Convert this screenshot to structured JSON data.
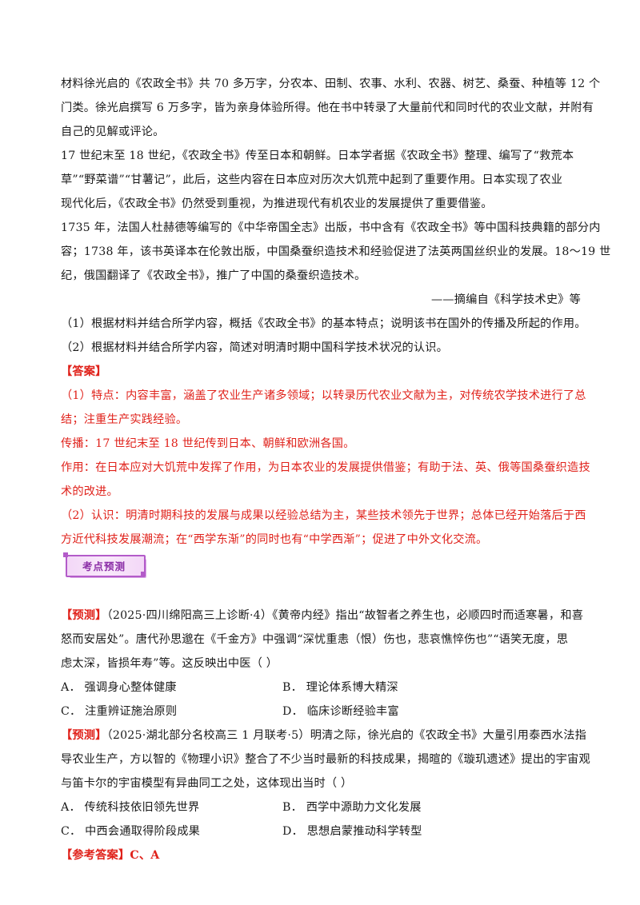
{
  "material": {
    "lines": [
      "材料徐光启的《农政全书》共 70 多万字，分农本、田制、农事、水利、农器、树艺、桑蚕、种植等 12 个",
      "门类。徐光启撰写 6 万多字，皆为亲身体验所得。他在书中转录了大量前代和同时代的农业文献，并附有",
      "自己的见解或评论。",
      "17 世纪末至 18 世纪，《农政全书》传至日本和朝鲜。日本学者据《农政全书》整理、编写了“救荒本",
      "草”“野菜谱”“甘薯记”，此后，这些内容在日本应对历次大饥荒中起到了重要作用。日本实现了农业",
      "现代化后，《农政全书》仍然受到重视，为推进现代有机农业的发展提供了重要借鉴。",
      "1735 年，法国人杜赫德等编写的《中华帝国全志》出版，书中含有《农政全书》等中国科技典籍的部分内",
      "容；1738 年，该书英译本在伦敦出版，中国桑蚕织造技术和经验促进了法英两国丝织业的发展。18～19 世",
      "纪，俄国翻译了《农政全书》，推广了中国的桑蚕织造技术。"
    ],
    "source": "——摘编自《科学技术史》等"
  },
  "questions": [
    "（1）根据材料并结合所学内容，概括《农政全书》的基本特点；说明该书在国外的传播及所起的作用。",
    "（2）根据材料并结合所学内容，简述对明清时期中国科学技术状况的认识。"
  ],
  "answer": {
    "label": "【答案】",
    "lines": [
      "（1）特点：内容丰富，涵盖了农业生产诸多领域；以转录历代农业文献为主，对传统农学技术进行了总",
      "结；注重生产实践经验。",
      "传播：17 世纪末至 18 世纪传到日本、朝鲜和欧洲各国。",
      "作用：在日本应对大饥荒中发挥了作用，为日本农业的发展提供借鉴；有助于法、英、俄等国桑蚕织造技",
      "术的改进。",
      "（2）认识：明清时期科技的发展与成果以经验总结为主，某些技术领先于世界；总体已经开始落后于西",
      "方近代科技发展潮流；在“西学东渐”的同时也有“中学西渐”；促进了中外文化交流。"
    ]
  },
  "badge": {
    "label": "考点预测"
  },
  "prediction1": {
    "tag": "【预测】",
    "lines": [
      "（2025·四川绵阳高三上诊断·4）《黄帝内经》指出“故智者之养生也，必顺四时而适寒暑，和喜",
      "怒而安居处”。唐代孙思邈在《千金方》中强调“深忧重恚（恨）伤也，悲哀憔悴伤也”“语笑无度，思",
      "虑太深，皆损年寿”等。这反映出中医（      ）"
    ],
    "options": {
      "A": "A． 强调身心整体健康",
      "B": "B． 理论体系博大精深",
      "C": "C． 注重辨证施治原则",
      "D": "D． 临床诊断经验丰富"
    }
  },
  "prediction2": {
    "tag": "【预测】",
    "lines": [
      "（2025·湖北部分名校高三 1 月联考·5）明清之际，徐光启的《农政全书》大量引用泰西水法指",
      "导农业生产，方以智的《物理小识》整合了不少当时最新的科技成果，揭暄的《璇玑遗述》提出的宇宙观",
      "与笛卡尔的宇宙模型有异曲同工之处，这体现出当时（      ）"
    ],
    "options": {
      "A": "A． 传统科技依旧领先世界",
      "B": "B． 西学中源助力文化发展",
      "C": "C． 中西会通取得阶段成果",
      "D": "D． 思想启蒙推动科学转型"
    }
  },
  "reference": {
    "label": "【参考答案】",
    "value": "C、A"
  },
  "colors": {
    "accent_red": "#e0221b",
    "badge_purple": "#b35bc9"
  }
}
